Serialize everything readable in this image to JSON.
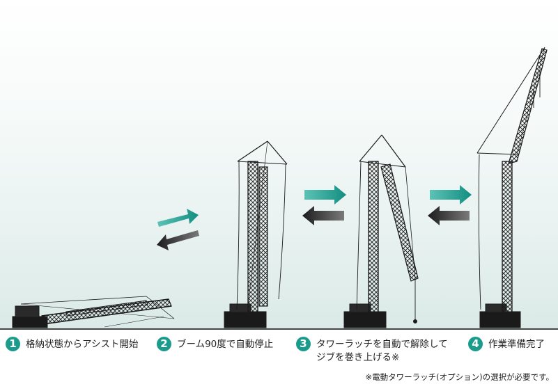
{
  "colors": {
    "accent": "#1a9b8c",
    "arrow_forward": "#2aa79a",
    "arrow_back": "#3a3a3a",
    "crane": "#1a1a1a"
  },
  "steps": [
    {
      "number": "1",
      "text": "格納状態からアシスト開始"
    },
    {
      "number": "2",
      "text": "ブーム90度で自動停止"
    },
    {
      "number": "3",
      "line1": "タワーラッチを自動で解除して",
      "line2": "ジブを巻き上げる※"
    },
    {
      "number": "4",
      "text": "作業準備完了"
    }
  ],
  "footnote": "※電動タワーラッチ(オプション)の選択が必要です。"
}
